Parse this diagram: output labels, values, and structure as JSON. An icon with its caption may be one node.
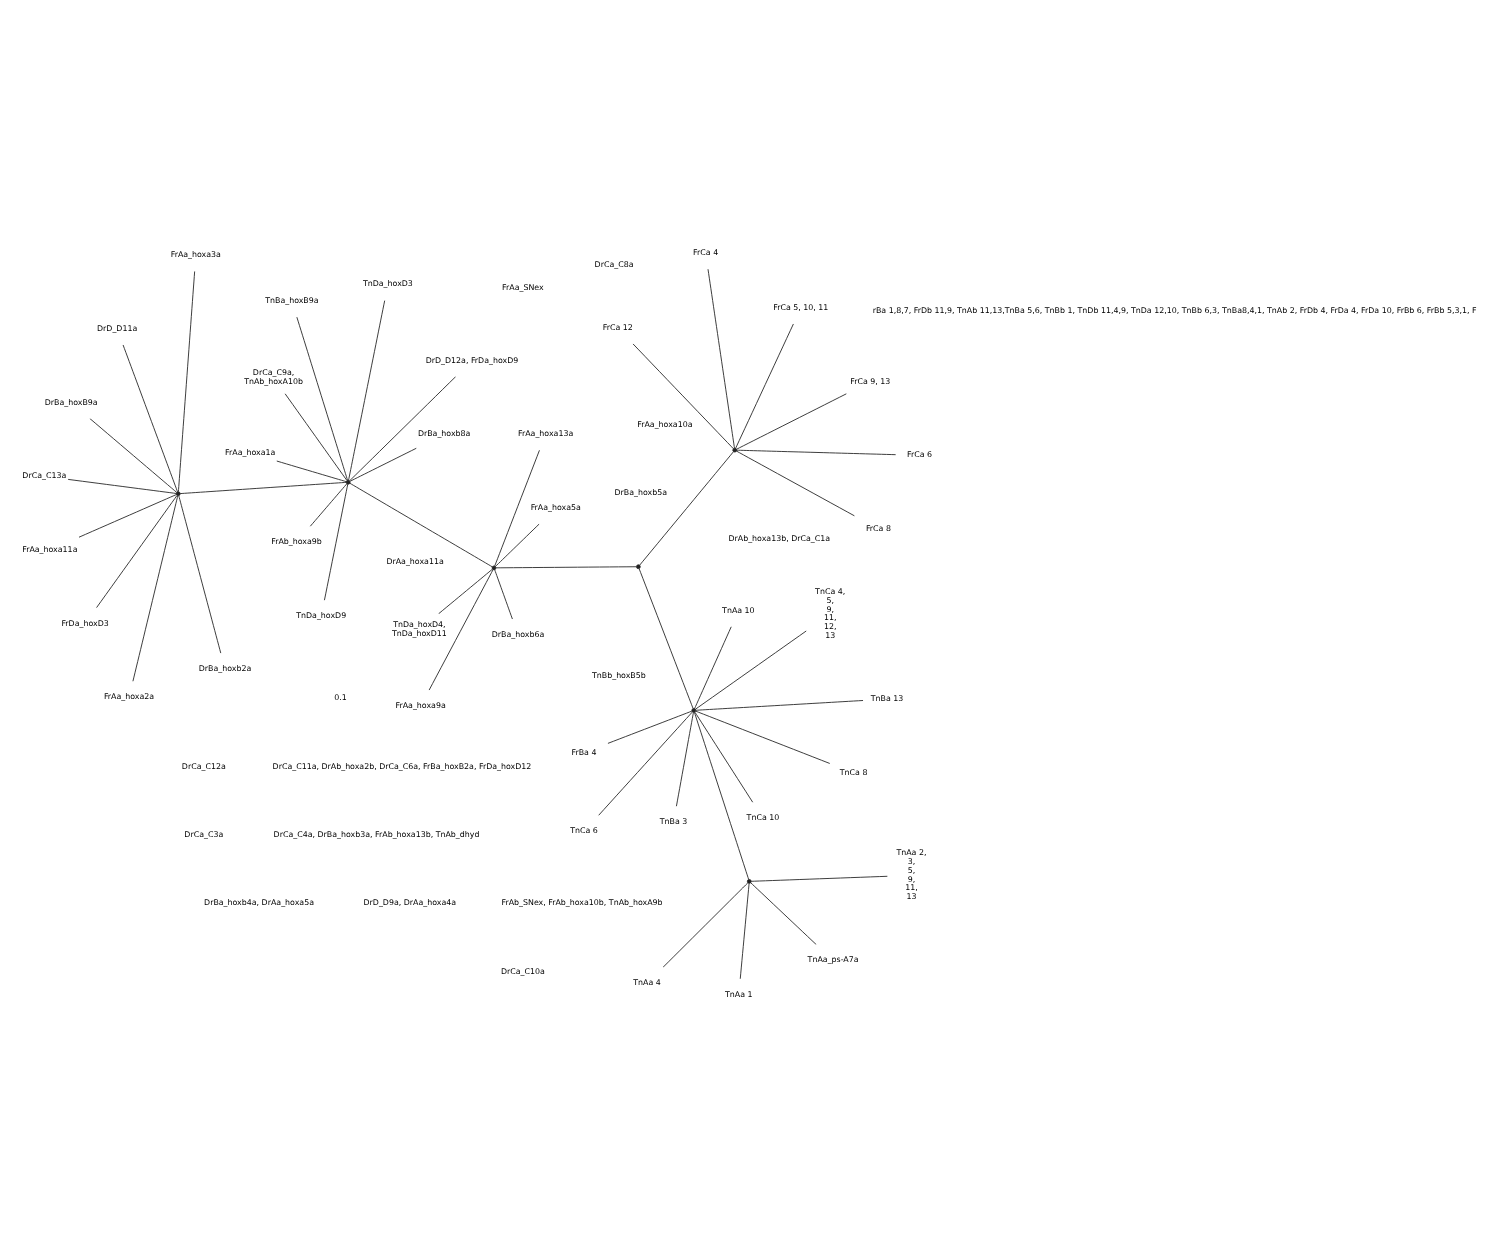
{
  "diagram": {
    "nodes": [
      {
        "text": [],
        "shape": "point"
      },
      {
        "text": [],
        "shape": "point"
      },
      {
        "text": [],
        "shape": "point"
      },
      {
        "text": [],
        "shape": "point"
      },
      {
        "text": [],
        "shape": "point"
      },
      {
        "text": [],
        "shape": "point"
      },
      {
        "text": [],
        "shape": "point"
      },
      {
        "text": [
          "TnCa 8"
        ]
      },
      {
        "text": [
          "TnCa 6"
        ]
      },
      {
        "text": [
          "TnCa 10"
        ]
      },
      {
        "text": [
          "TnBa 3"
        ]
      },
      {
        "text": [
          "FrBa 4"
        ]
      },
      {
        "text": [
          "TnBa 13"
        ]
      },
      {
        "text": [
          "TnCa 4, 5, 9, 11, 12, 13"
        ]
      },
      {
        "text": [
          "TnAa 10"
        ]
      },
      {
        "text": [
          "TnAa 1"
        ]
      },
      {
        "text": [
          "TnAa_ps-A7a"
        ]
      },
      {
        "text": [
          "TnAa 2, 3, 5, 9, 11, 13"
        ]
      },
      {
        "text": [
          "TnAa 4"
        ]
      },
      {
        "text": [
          "FrCa 4"
        ]
      },
      {
        "text": [
          "FrCa 8"
        ]
      },
      {
        "text": [
          "FrCa 12"
        ]
      },
      {
        "text": [
          "FrCa 9, 13"
        ]
      },
      {
        "text": [
          "FrCa 6"
        ]
      },
      {
        "text": [
          "FrCa 5, 10, 11"
        ]
      },
      {
        "text": [
          "DrBa_hoxb6a"
        ]
      },
      {
        "text": [
          "FrAa_hoxa13a"
        ]
      },
      {
        "text": [
          "TnDa_hoxD4, TnDa_hoxD11"
        ]
      },
      {
        "text": [
          "FrAa_hoxa9a"
        ]
      },
      {
        "text": [
          "FrAa_hoxa5a"
        ]
      },
      {
        "text": [
          "TnBa_hoxB9a"
        ]
      },
      {
        "text": [
          "DrBa_hoxb8a"
        ]
      },
      {
        "text": [
          "FrAb_hoxa9b"
        ]
      },
      {
        "text": [
          "FrAa_hoxa1a"
        ]
      },
      {
        "text": [
          "DrD_D12a, FrDa_hoxD9"
        ]
      },
      {
        "text": [
          "TnDa_hoxD9"
        ]
      },
      {
        "text": [
          "DrCa_C9a, TnAb_hoxA10b"
        ]
      },
      {
        "text": [
          "TnDa_hoxD3"
        ]
      },
      {
        "text": [
          "FrAa_hoxa11a"
        ]
      },
      {
        "text": [
          "FrDa_hoxD3"
        ]
      },
      {
        "text": [
          "DrD_D11a"
        ]
      },
      {
        "text": [
          "DrBa_hoxB9a"
        ]
      },
      {
        "text": [
          "DrCa_C13a"
        ]
      },
      {
        "text": [
          "FrAa_hoxa3a"
        ]
      },
      {
        "text": [
          "DrBa_hoxb2a"
        ]
      },
      {
        "text": [
          "FrAa_hoxa2a"
        ]
      }
    ],
    "edges": [
      {
        "from": 0,
        "to": 1,
        "arrow": "none"
      },
      {
        "from": 1,
        "to": 2,
        "arrow": "none"
      },
      {
        "from": 2,
        "to": 3,
        "arrow": "none"
      },
      {
        "from": 3,
        "to": 4,
        "arrow": "none"
      },
      {
        "from": 2,
        "to": 5,
        "arrow": "none"
      },
      {
        "from": 0,
        "to": 6,
        "arrow": "none"
      },
      {
        "from": 3,
        "to": 7,
        "arrow": "none"
      },
      {
        "from": 3,
        "to": 8,
        "arrow": "none"
      },
      {
        "from": 3,
        "to": 9,
        "arrow": "none"
      },
      {
        "from": 3,
        "to": 10,
        "arrow": "none"
      },
      {
        "from": 3,
        "to": 11,
        "arrow": "none"
      },
      {
        "from": 3,
        "to": 12,
        "arrow": "none"
      },
      {
        "from": 3,
        "to": 13,
        "arrow": "none"
      },
      {
        "from": 3,
        "to": 14,
        "arrow": "none"
      },
      {
        "from": 4,
        "to": 15,
        "arrow": "none"
      },
      {
        "from": 4,
        "to": 16,
        "arrow": "none"
      },
      {
        "from": 4,
        "to": 17,
        "arrow": "none"
      },
      {
        "from": 4,
        "to": 18,
        "arrow": "none"
      },
      {
        "from": 5,
        "to": 19,
        "arrow": "none"
      },
      {
        "from": 5,
        "to": 20,
        "arrow": "none"
      },
      {
        "from": 5,
        "to": 21,
        "arrow": "none"
      },
      {
        "from": 5,
        "to": 22,
        "arrow": "none"
      },
      {
        "from": 5,
        "to": 23,
        "arrow": "none"
      },
      {
        "from": 5,
        "to": 24,
        "arrow": "none"
      },
      {
        "from": 1,
        "to": 25,
        "arrow": "none"
      },
      {
        "from": 1,
        "to": 26,
        "arrow": "none"
      },
      {
        "from": 1,
        "to": 27,
        "arrow": "none"
      },
      {
        "from": 1,
        "to": 28,
        "arrow": "none"
      },
      {
        "from": 1,
        "to": 29,
        "arrow": "none"
      },
      {
        "from": 0,
        "to": 30,
        "arrow": "none"
      },
      {
        "from": 0,
        "to": 31,
        "arrow": "none"
      },
      {
        "from": 0,
        "to": 32,
        "arrow": "none"
      },
      {
        "from": 0,
        "to": 33,
        "arrow": "none"
      },
      {
        "from": 0,
        "to": 34,
        "arrow": "none"
      },
      {
        "from": 0,
        "to": 35,
        "arrow": "none"
      },
      {
        "from": 0,
        "to": 36,
        "arrow": "none"
      },
      {
        "from": 0,
        "to": 37,
        "arrow": "none"
      },
      {
        "from": 6,
        "to": 38,
        "arrow": "none"
      },
      {
        "from": 6,
        "to": 39,
        "arrow": "none"
      },
      {
        "from": 6,
        "to": 40,
        "arrow": "none"
      },
      {
        "from": 6,
        "to": 41,
        "arrow": "none"
      },
      {
        "from": 6,
        "to": 42,
        "arrow": "none"
      },
      {
        "from": 6,
        "to": 43,
        "arrow": "none"
      },
      {
        "from": 6,
        "to": 44,
        "arrow": "none"
      },
      {
        "from": 6,
        "to": 45,
        "arrow": "none"
      }
    ],
    "labels": [
      "0.1",
      "DrCa_C11a, DrAb_hoxa2b, DrCa_C6a, FrBa_hoxB2a, FrDa_hoxD12",
      "FrAa_SNex",
      "FrAb_SNex, FrAb_hoxa10b, TnAb_hoxA9b",
      "TnBb_hoxB5b",
      "DrAb_hoxa13b, DrCa_C1a",
      "DrCa_C12a",
      "DrBa_hoxb4a, DrAa_hoxa5a",
      "rBa 1,8,7, FrDb 11,9, TnAb 11,13,TnBa 5,6, TnBb 1, TnDb 11,4,9, TnDa 12,10, TnBb 6,3, TnBa8,4,1, TnAb 2, FrDb 4, FrDa 4, FrDa 10, FrBb 6, FrBb 5,3,1, F",
      "DrBa_hoxb5a",
      "DrCa_C3a",
      "DrCa_C8a",
      "DrAa_hoxa11a",
      "FrAa_hoxa10a",
      "DrCa_C10a",
      "DrD_D9a, DrAa_hoxa4a",
      "DrCa_C4a, DrBa_hoxb3a, FrAb_hoxa13b, TnAb_dhyd"
    ]
  }
}
